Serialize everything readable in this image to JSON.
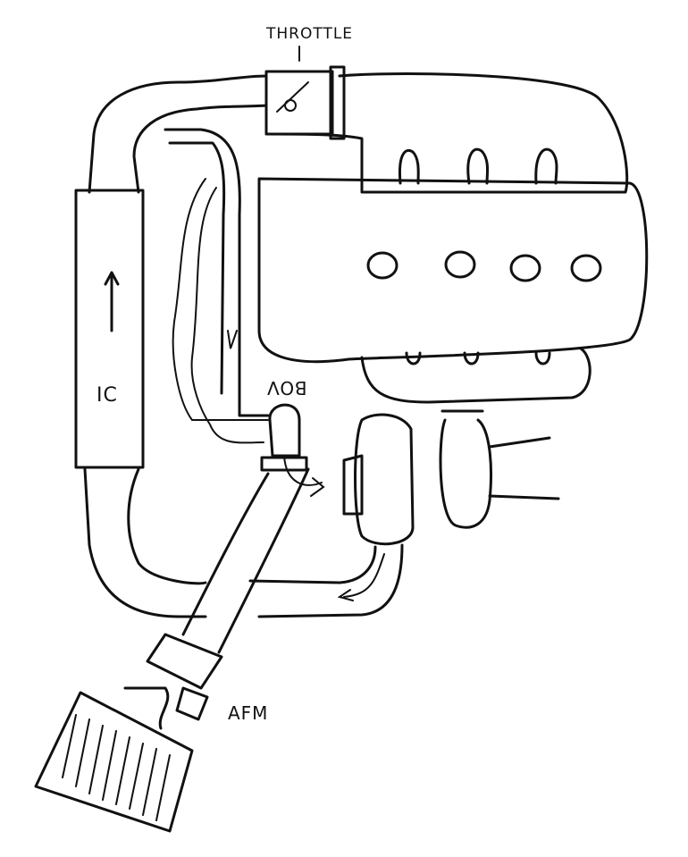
{
  "labels": {
    "throttle": "THROTTLE",
    "intercooler": "IC",
    "bov": "BOV",
    "afm": "AFM"
  },
  "colors": {
    "ink": "#111111",
    "paper": "#ffffff"
  }
}
